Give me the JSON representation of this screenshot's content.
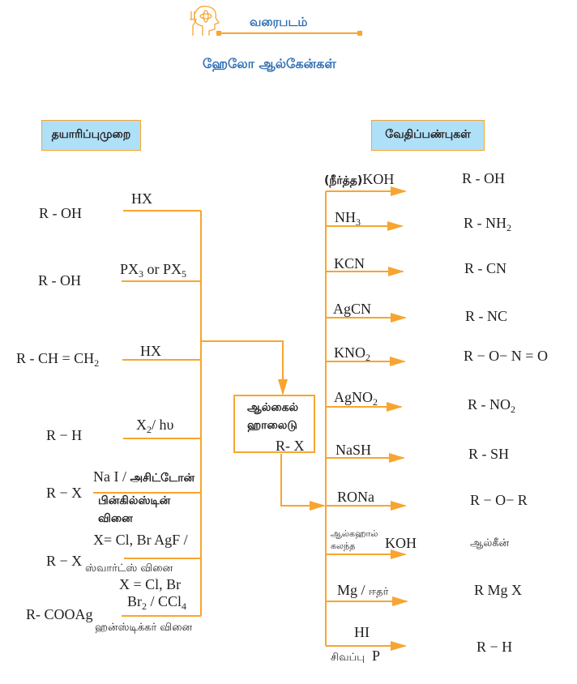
{
  "header": {
    "section_label": "வரைபடம்",
    "title": "ஹேலோ ஆல்கேன்கள்",
    "icon": "head-atom-icon"
  },
  "colors": {
    "line": "#f7a530",
    "header_bg": "#aee0f7",
    "title": "#2e6fb3"
  },
  "preparation": {
    "heading": "தயாரிப்புமுறை",
    "rows": [
      {
        "reactant": "R - OH",
        "reagent": "HX"
      },
      {
        "reactant": "R - OH",
        "reagent": "PX",
        "reagent_sub": "3",
        "reagent_b": " or PX",
        "reagent_b_sub": "5"
      },
      {
        "reactant": "R - CH = CH",
        "reactant_sub": "2",
        "reagent": "HX"
      },
      {
        "reactant": "R − H",
        "reagent": "X",
        "reagent_sub": "2",
        "reagent_b": "/  hυ"
      },
      {
        "reactant": "R − X",
        "reagent": "Na I / ",
        "reagent_ta": "அசிட்டோன்",
        "note1": "பின்கில்ஸ்டின்",
        "note2": "வினை"
      },
      {
        "reactant": "R − X",
        "reagent": "X= Cl, Br  AgF /",
        "note1": "ஸ்வார்ட்ஸ்  வினை"
      },
      {
        "reactant": "R- COOAg",
        "reagent": "X = Cl, Br",
        "reagent_b": "Br",
        "reagent_b_sub": "2",
        "reagent_c": " / CCl",
        "reagent_c_sub": "4",
        "note1": "ஹன்ஸ்டிக்கர்  வினை"
      }
    ]
  },
  "center": {
    "line1": "ஆல்கைல்",
    "line2": "ஹாலைடு",
    "formula": "R- X"
  },
  "properties": {
    "heading": "வேதிப்பண்புகள்",
    "rows": [
      {
        "reagent_ta": "(நீர்த்த)",
        "reagent": "KOH",
        "product": "R - OH"
      },
      {
        "reagent": "NH",
        "reagent_sub": "3",
        "product": "R - NH",
        "product_sub": "2"
      },
      {
        "reagent": "KCN",
        "product": "R - CN"
      },
      {
        "reagent": "AgCN",
        "product": "R - NC"
      },
      {
        "reagent": "KNO",
        "reagent_sub": "2",
        "product": "R − O−  N = O"
      },
      {
        "reagent": "AgNO",
        "reagent_sub": "2",
        "product": "R - NO",
        "product_sub": "2"
      },
      {
        "reagent": "NaSH",
        "product": "R - SH"
      },
      {
        "reagent": "RONa",
        "product": "R  − O−  R"
      },
      {
        "reagent_ta": "ஆல்கஹால்",
        "reagent_ta2": "கலந்த",
        "reagent": "KOH",
        "product": "ஆல்கீன்"
      },
      {
        "reagent": "Mg / ",
        "reagent_ta": "ஈதர்",
        "product": "R Mg X"
      },
      {
        "reagent": "HI",
        "reagent_ta": "சிவப்பு",
        "reagent_b": "P",
        "product": "R − H"
      }
    ]
  }
}
